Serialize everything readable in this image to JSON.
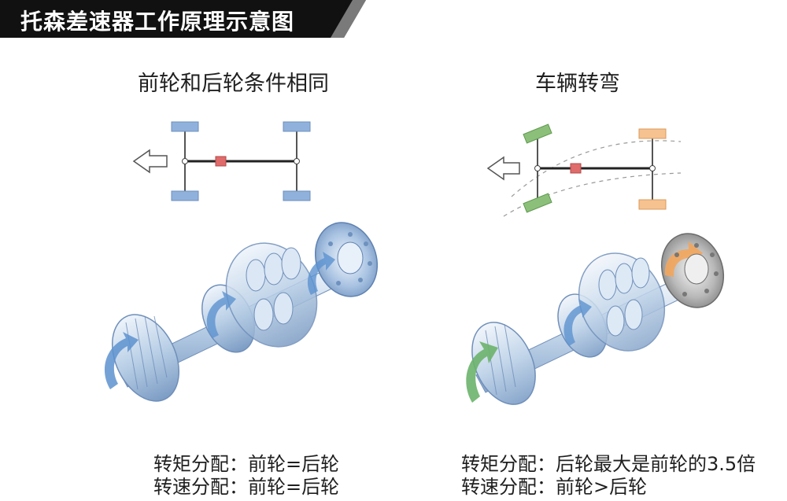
{
  "header": {
    "title": "托森差速器工作原理示意图"
  },
  "left_panel": {
    "title": "前轮和后轮条件相同",
    "torque_line": "转矩分配：前轮=后轮",
    "speed_line": "转速分配：前轮=后轮"
  },
  "right_panel": {
    "title": "车辆转弯",
    "torque_line": "转矩分配：后轮最大是前轮的3.5倍",
    "speed_line": "转速分配：前轮>后轮"
  },
  "colors": {
    "banner": "#111111",
    "wheel_equal": "#8fb1dc",
    "wheel_front_turn": "#8cc07a",
    "wheel_rear_turn": "#f6c28f",
    "center_diff": "#e06b6b",
    "metal": "#b9cfe6",
    "torque_arrow_blue": "#5d92cf",
    "torque_arrow_green": "#6bb36b",
    "output_orange": "#f3a55c"
  }
}
